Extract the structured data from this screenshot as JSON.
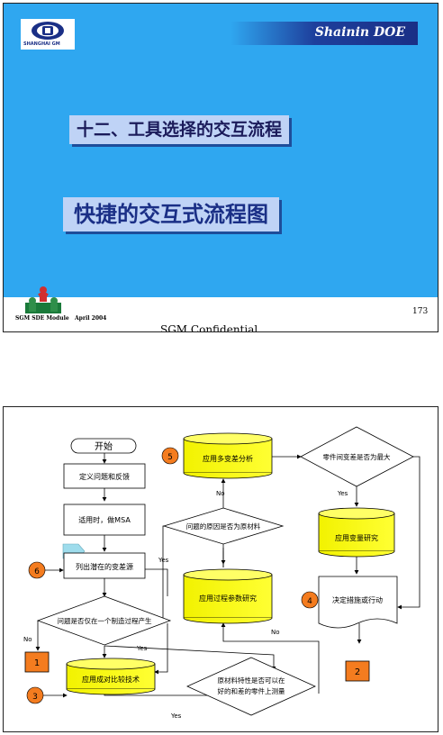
{
  "slide1": {
    "header": "Shainin DOE",
    "logo_caption": "SHANGHAI GM",
    "title_main": "十二、工具选择的交互流程",
    "title_sub": "快捷的交互式流程图",
    "footer_module": "SGM SDE Module",
    "footer_date": "April 2004",
    "page_number": "173",
    "confidential": "SGM Confidential"
  },
  "flowchart": {
    "start": "开始",
    "define": "定义问题和反馈",
    "msa": "适用时，做MSA",
    "list_sources": "列出潜在的变差源",
    "decision_one_process": "问题是否仅在一个制造过程产生",
    "multivari": "应用多变差分析",
    "decision_raw_material": "问题的原因是否为原材料",
    "process_param": "应用过程参数研究",
    "decision_part_var": "零件间变差是否为最大",
    "component_search": "应用变量研究",
    "decide_action": "决定措施或行动",
    "paired_compare": "应用成对比较技术",
    "decision_raw_measure_l1": "原材料特性是否可以在",
    "decision_raw_measure_l2": "好的和差的零件上测量",
    "yes": "Yes",
    "no": "No",
    "badges": {
      "b1": "1",
      "b2": "2",
      "b3": "3",
      "b4": "4",
      "b5": "5",
      "b6": "6"
    }
  }
}
